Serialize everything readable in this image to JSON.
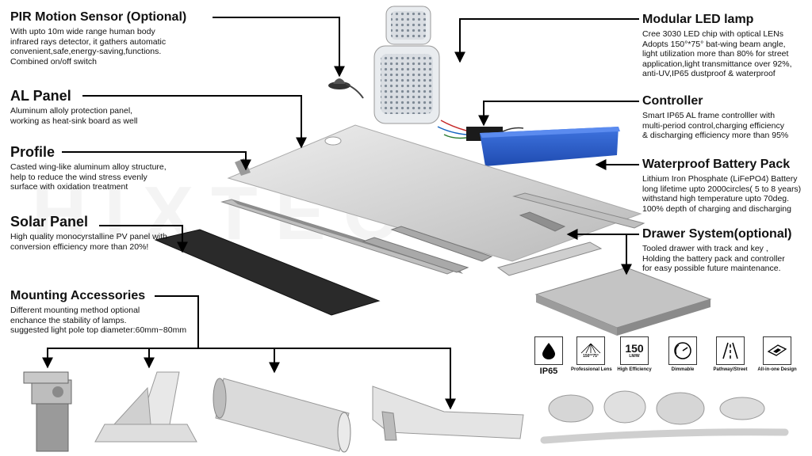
{
  "callouts": {
    "pir": {
      "title": "PIR Motion Sensor (Optional)",
      "lines": [
        "With upto 10m wide range human body",
        "infrared rays detector, it gathers automatic",
        "convenient,safe,energy-saving,functions.",
        "Combined on/off switch"
      ]
    },
    "al_panel": {
      "title": "AL Panel",
      "lines": [
        "Aluminum alloly protection panel,",
        "working as heat-sink board as well"
      ]
    },
    "profile": {
      "title": "Profile",
      "lines": [
        "Casted wing-like aluminum alloy structure,",
        "help to reduce the wind stress evenly",
        "surface with oxidation treatment"
      ]
    },
    "solar": {
      "title": "Solar Panel",
      "lines": [
        "High quality monocyrstalline PV panel with",
        "conversion efficiency more than 20%!"
      ]
    },
    "mounting": {
      "title": "Mounting Accessories",
      "lines": [
        "Different mounting method optional",
        "enchance the stability of lamps.",
        "suggested light pole top diameter:60mm~80mm"
      ]
    },
    "led": {
      "title": "Modular LED lamp",
      "lines": [
        "Cree 3030 LED chip with optical LENs",
        "Adopts 150°*75° bat-wing beam angle,",
        "light utilization more than 80% for street",
        "application,light transmittance over 92%,",
        "anti-UV,IP65 dustproof & waterproof"
      ]
    },
    "controller": {
      "title": "Controller",
      "lines": [
        "Smart IP65 AL frame controlller with",
        "multi-period control,charging efficiency",
        "& discharging efficiency more than 95%"
      ]
    },
    "battery": {
      "title": "Waterproof Battery Pack",
      "lines": [
        "Lithium Iron Phosphate (LiFePO4) Battery",
        "long lifetime upto 2000circles( 5 to 8 years)",
        "withstand high temperature upto 70deg.",
        "100% depth of charging and discharging"
      ]
    },
    "drawer": {
      "title": "Drawer System(optional)",
      "lines": [
        "Tooled drawer with track and key ,",
        "Holding the battery pack and controller",
        "for easy possible future maintenance."
      ]
    }
  },
  "features": {
    "ip65": "IP65",
    "lens_value": "150°*75°",
    "lens_label": "Professional Lens",
    "eff_value": "150",
    "eff_unit": "LM/W",
    "eff_label": "High Efficiency",
    "dim_label": "Dimmable",
    "path_label": "Pathway/Street",
    "aio_label": "All-in-one Design"
  },
  "watermark": "HIXTEC",
  "colors": {
    "battery": "#2b5fc9",
    "solar": "#2a2a2a",
    "aluminum": "#c9c9c9",
    "arrow": "#000000"
  }
}
